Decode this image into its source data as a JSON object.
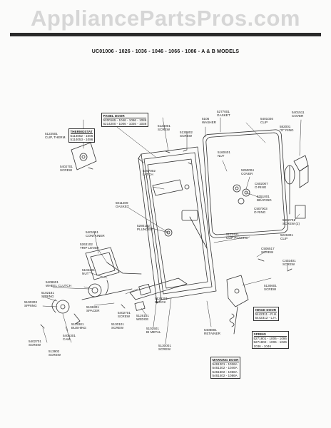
{
  "watermark": "AppliancePartsPros.com",
  "models_title": "UC01006 - 1026 - 1036 - 1046 - 1066 - 1086 - A & B MODELS",
  "parts": {
    "panel_door": {
      "name": "PANEL DOOR",
      "line1": "5200165 - 1046 - 1066 - 1086",
      "line2": "5214200 - 1006 - 1026 - 1036"
    },
    "thermostat": {
      "name": "THERMOSTAT",
      "line1": "5114052 - 1006",
      "line2": "5114053 - 1086"
    },
    "screw_5122501": {
      "number": "5122501",
      "name": "CLIP, THERM."
    },
    "screw_5402701_a": {
      "number": "5402701",
      "name": "SCREW"
    },
    "screw_5123001": {
      "number": "5123001",
      "name": "SCREW"
    },
    "screw_5130002": {
      "number": "5130002",
      "name": "SCREW"
    },
    "washer_5106": {
      "number": "5106",
      "name": "WASHER"
    },
    "gasket_5277001": {
      "number": "5277001",
      "name": "GASKET"
    },
    "cover_5401511": {
      "number": "5401511",
      "name": "COVER"
    },
    "clip_5401026": {
      "number": "5401026",
      "name": "CLIP"
    },
    "oring_582001": {
      "number": "582001",
      "name": "\"O\" RING"
    },
    "latch_5457002": {
      "number": "5457002",
      "name": "LATCH"
    },
    "nut_5160401": {
      "number": "5160401",
      "name": "NUT"
    },
    "cover_5250004": {
      "number": "5250004",
      "name": "COVER"
    },
    "oring_C602007": {
      "number": "C602007",
      "name": "O RING"
    },
    "bearing_5251001": {
      "number": "5251001",
      "name": "BEARING"
    },
    "oring_C507003": {
      "number": "C507003",
      "name": "O RING"
    },
    "gasket_5011209": {
      "number": "5011209",
      "name": "GASKET"
    },
    "plunger_5280102": {
      "number": "5280102",
      "name": "PLUNGER"
    },
    "container_5401651": {
      "number": "5401651",
      "name": "CONTAINER"
    },
    "clip_5123421": {
      "number": "5123421",
      "name": "CLIP PLASTIC"
    },
    "screw_5402701_b": {
      "number": "5402701",
      "name": "SCREW (2)"
    },
    "clip_5226301": {
      "number": "5226301",
      "name": "CLIP"
    },
    "screw_C506517": {
      "number": "C506517",
      "name": "SCREW"
    },
    "trip_5263102": {
      "number": "5263102",
      "name": "TRIP LEVER"
    },
    "screw_C402401": {
      "number": "C402401",
      "name": "SCREW"
    },
    "nut_5102301": {
      "number": "5102301",
      "name": "NUT"
    },
    "wheel_5408601": {
      "number": "5408601",
      "name": "WHEEL CLUTCH"
    },
    "spring_5102181": {
      "number": "5102181",
      "name": "SPRING"
    },
    "spring_5100303": {
      "number": "5100303",
      "name": "SPRING"
    },
    "spacer_5106301": {
      "number": "5106301",
      "name": "SPACER"
    },
    "screw_5402701_c": {
      "number": "5402701",
      "name": "SCREW"
    },
    "block_5128301": {
      "number": "5128301",
      "name": "BLOCK"
    },
    "screw_5130101": {
      "number": "5130101",
      "name": "SCREW"
    },
    "wedge_5126101": {
      "number": "5126101",
      "name": "WEDGE"
    },
    "screw_5130601": {
      "number": "5130601",
      "name": "SCREW"
    },
    "bushing_5115301": {
      "number": "5115301",
      "name": "BUSHING"
    },
    "cam_5405301": {
      "number": "5405301",
      "name": "CAM"
    },
    "bimetal_5102501": {
      "number": "5102501",
      "name": "BI METAL"
    },
    "retainer_5408801": {
      "number": "5408801",
      "name": "RETAINER"
    },
    "screw_5130001": {
      "number": "5130001",
      "name": "SCREW"
    },
    "screw_5402701_d": {
      "number": "5402701",
      "name": "SCREW"
    },
    "screw_513902": {
      "number": "513902",
      "name": "SCREW"
    },
    "hinge_door": {
      "name": "HINGE DOOR",
      "line1": "5442311 - R.H.",
      "line2": "5442312 - L.H."
    },
    "spring_box": {
      "name": "SPRING",
      "line1": "5271801 - 1006 - 1086",
      "line2": "5271802 - 1006 - 1026",
      "line3": "1036 - 1046"
    },
    "marking_box": {
      "name": "MARKING DOOR",
      "line1": "5461201 - 1026A",
      "line2": "5461202 - 1046A",
      "line3": "5461502 - 1066A",
      "line4": "5461402 - 1086A"
    }
  }
}
